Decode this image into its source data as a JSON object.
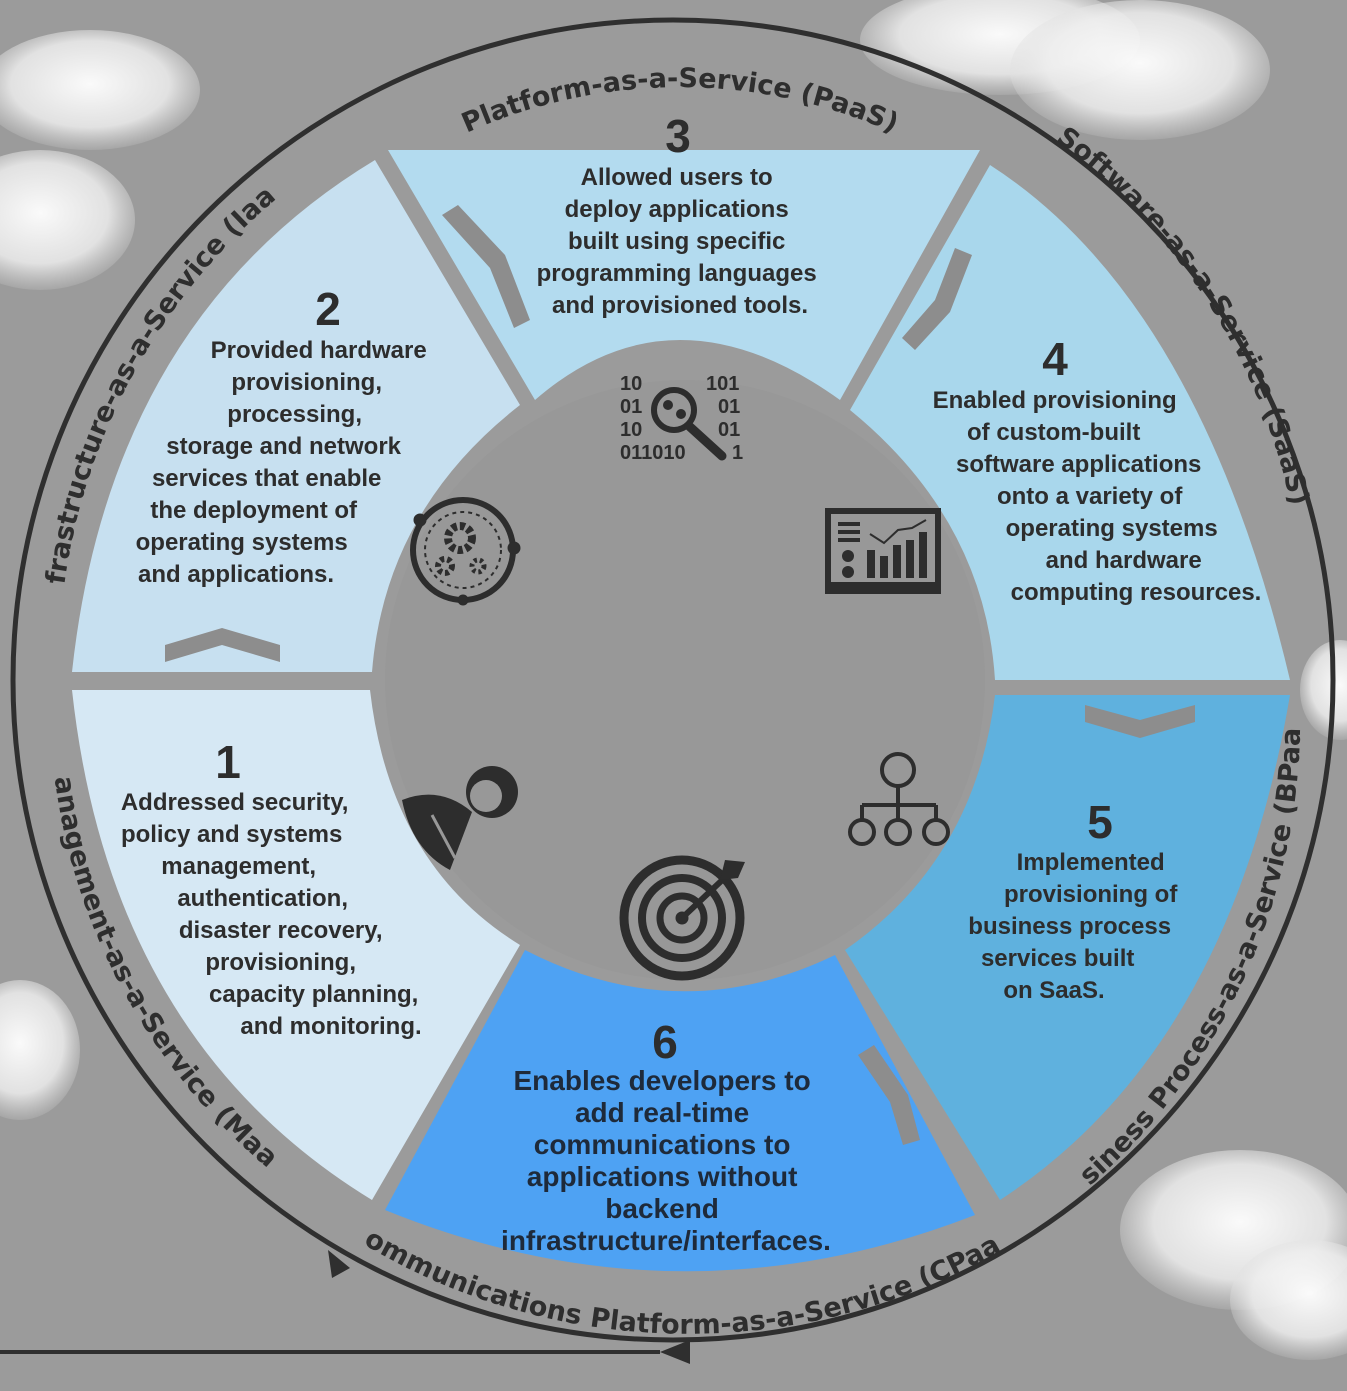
{
  "colors": {
    "background": "#9b9b9b",
    "ring": "#2f2f2f",
    "center": "#989898",
    "segment_1": "#d6e8f4",
    "segment_2": "#c7e0f0",
    "segment_3": "#b3dbef",
    "segment_4": "#a9d7ec",
    "segment_5": "#5fb1de",
    "segment_6": "#4ea2f3"
  },
  "ring_labels": {
    "paas": "Platform-as-a-Service (PaaS)",
    "saas": "Software-as-a-Service (SaaS)",
    "bpaas": "Business Process-as-a-Service (BPaaS)",
    "cpaas": "Communications Platform-as-a-Service (CPaaS)",
    "maas": "Management-as-a-Service (MaaS)",
    "iaas": "Infrastructure-as-a-Service (IaaS)"
  },
  "segments": [
    {
      "number": "1",
      "icon": "manager-icon",
      "lines": [
        "Addressed security,",
        "policy and systems",
        "management,",
        "authentication,",
        "disaster recovery,",
        "provisioning,",
        "capacity planning,",
        "and monitoring."
      ]
    },
    {
      "number": "2",
      "icon": "gears-globe-icon",
      "lines": [
        "Provided hardware",
        "provisioning,",
        "processing,",
        "storage and network",
        "services that enable",
        "the deployment of",
        "operating systems",
        "and applications."
      ]
    },
    {
      "number": "3",
      "icon": "code-search-icon",
      "lines": [
        "Allowed users to",
        "deploy applications",
        "built using specific",
        "programming languages",
        "and provisioned tools."
      ]
    },
    {
      "number": "4",
      "icon": "dashboard-icon",
      "lines": [
        "Enabled provisioning",
        "of custom-built",
        "software applications",
        "onto a variety of",
        "operating systems",
        "and hardware",
        "computing resources."
      ]
    },
    {
      "number": "5",
      "icon": "org-chart-icon",
      "lines": [
        "Implemented",
        "provisioning of",
        "business process",
        "services built",
        "on SaaS."
      ]
    },
    {
      "number": "6",
      "icon": "target-icon",
      "lines": [
        "Enables developers to",
        "add real-time",
        "communications to",
        "applications without",
        "backend",
        "infrastructure/interfaces."
      ]
    }
  ],
  "icon_text": {
    "binary_left": [
      "10",
      "01",
      "10",
      "011010"
    ],
    "binary_right": [
      "101",
      "01",
      "01",
      "1"
    ]
  }
}
